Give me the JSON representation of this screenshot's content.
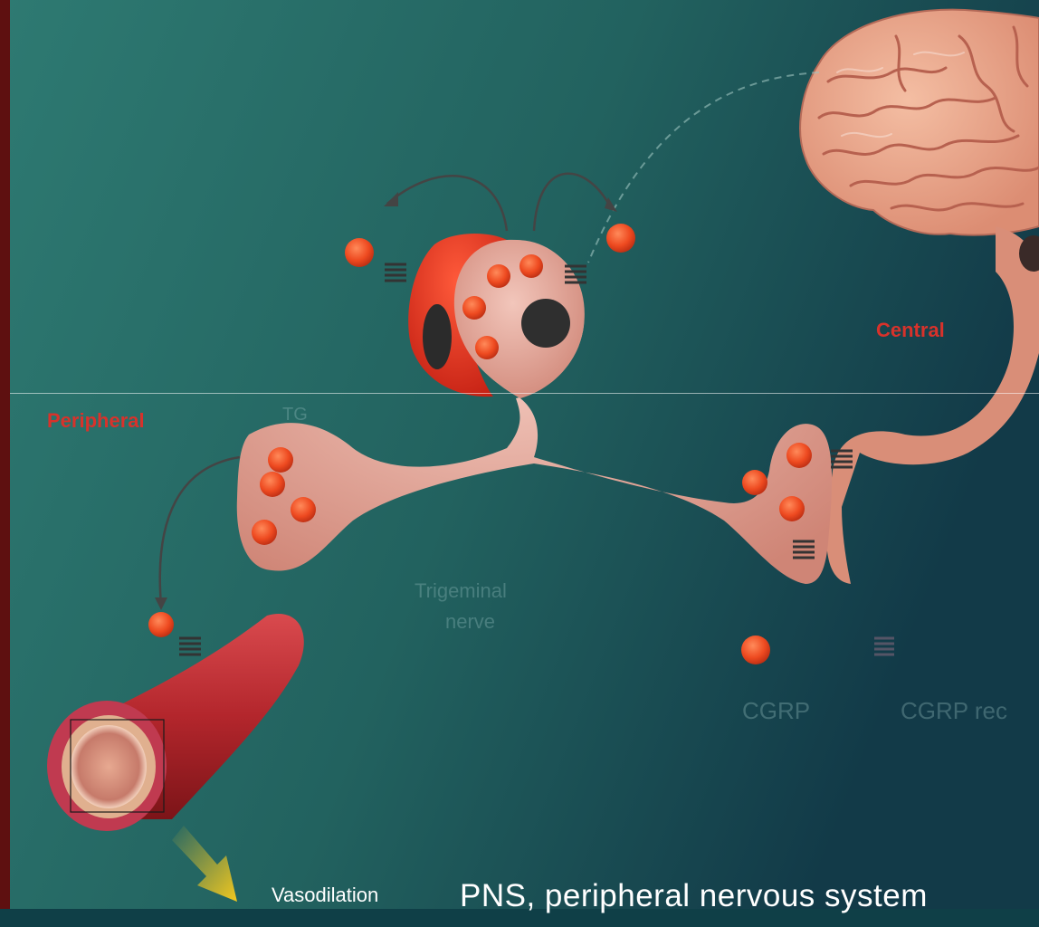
{
  "labels": {
    "central": "Central",
    "peripheral": "Peripheral",
    "trigeminal_ganglion": "TG",
    "nerve_line1": "Trigeminal",
    "nerve_line2": "nerve",
    "cgrp": "CGRP",
    "cgrp_receptor": "CGRP rec",
    "vasodilation": "Vasodilation",
    "caption": "PNS, peripheral nervous system"
  },
  "colors": {
    "background_light": "#2b7570",
    "background_dark": "#153f4a",
    "neuron_fill": "#d99a8a",
    "cgrp_molecule": "#e8441c",
    "label_red": "#d8322b",
    "brain": "#e7a389",
    "vessel": "#b22a30",
    "left_bar": "#5e1010"
  },
  "legend": [
    {
      "symbol": "cgrp-molecule-icon",
      "label_key": "cgrp"
    },
    {
      "symbol": "receptor-coil-icon",
      "label_key": "cgrp_receptor"
    }
  ]
}
